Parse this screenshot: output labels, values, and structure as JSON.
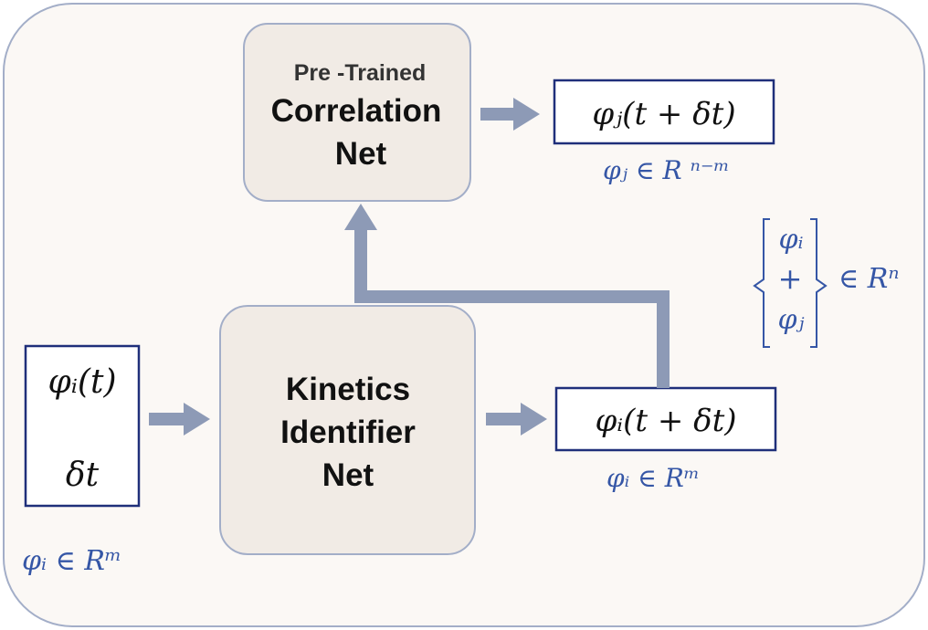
{
  "colors": {
    "outer_fill": "#fbf8f5",
    "outer_stroke": "#a3aec8",
    "node_fill": "#f1ebe5",
    "node_stroke": "#a3aec8",
    "arrow": "#8d9ab6",
    "box_stroke": "#1f2f7a",
    "label_blue": "#3556a6",
    "text_dark": "#111111",
    "text_grey": "#333333"
  },
  "nodes": {
    "correlation": {
      "subtitle": "Pre -Trained",
      "line1": "Correlation",
      "line2": "Net"
    },
    "kinetics": {
      "line1": "Kinetics",
      "line2": "Identifier",
      "line3": "Net"
    }
  },
  "input_box": {
    "line1": "φᵢ(t)",
    "line2": "δt",
    "space_label": "φᵢ ∈ Rᵐ"
  },
  "output_top": {
    "expr": "φⱼ(t + δt)",
    "space_label": "φⱼ ∈ R ⁿ⁻ᵐ"
  },
  "output_bottom": {
    "expr": "φᵢ(t + δt)",
    "space_label": "φᵢ ∈ Rᵐ"
  },
  "combined": {
    "top": "φᵢ",
    "plus": "+",
    "bottom": "φⱼ",
    "space_label": "∈ Rⁿ"
  }
}
